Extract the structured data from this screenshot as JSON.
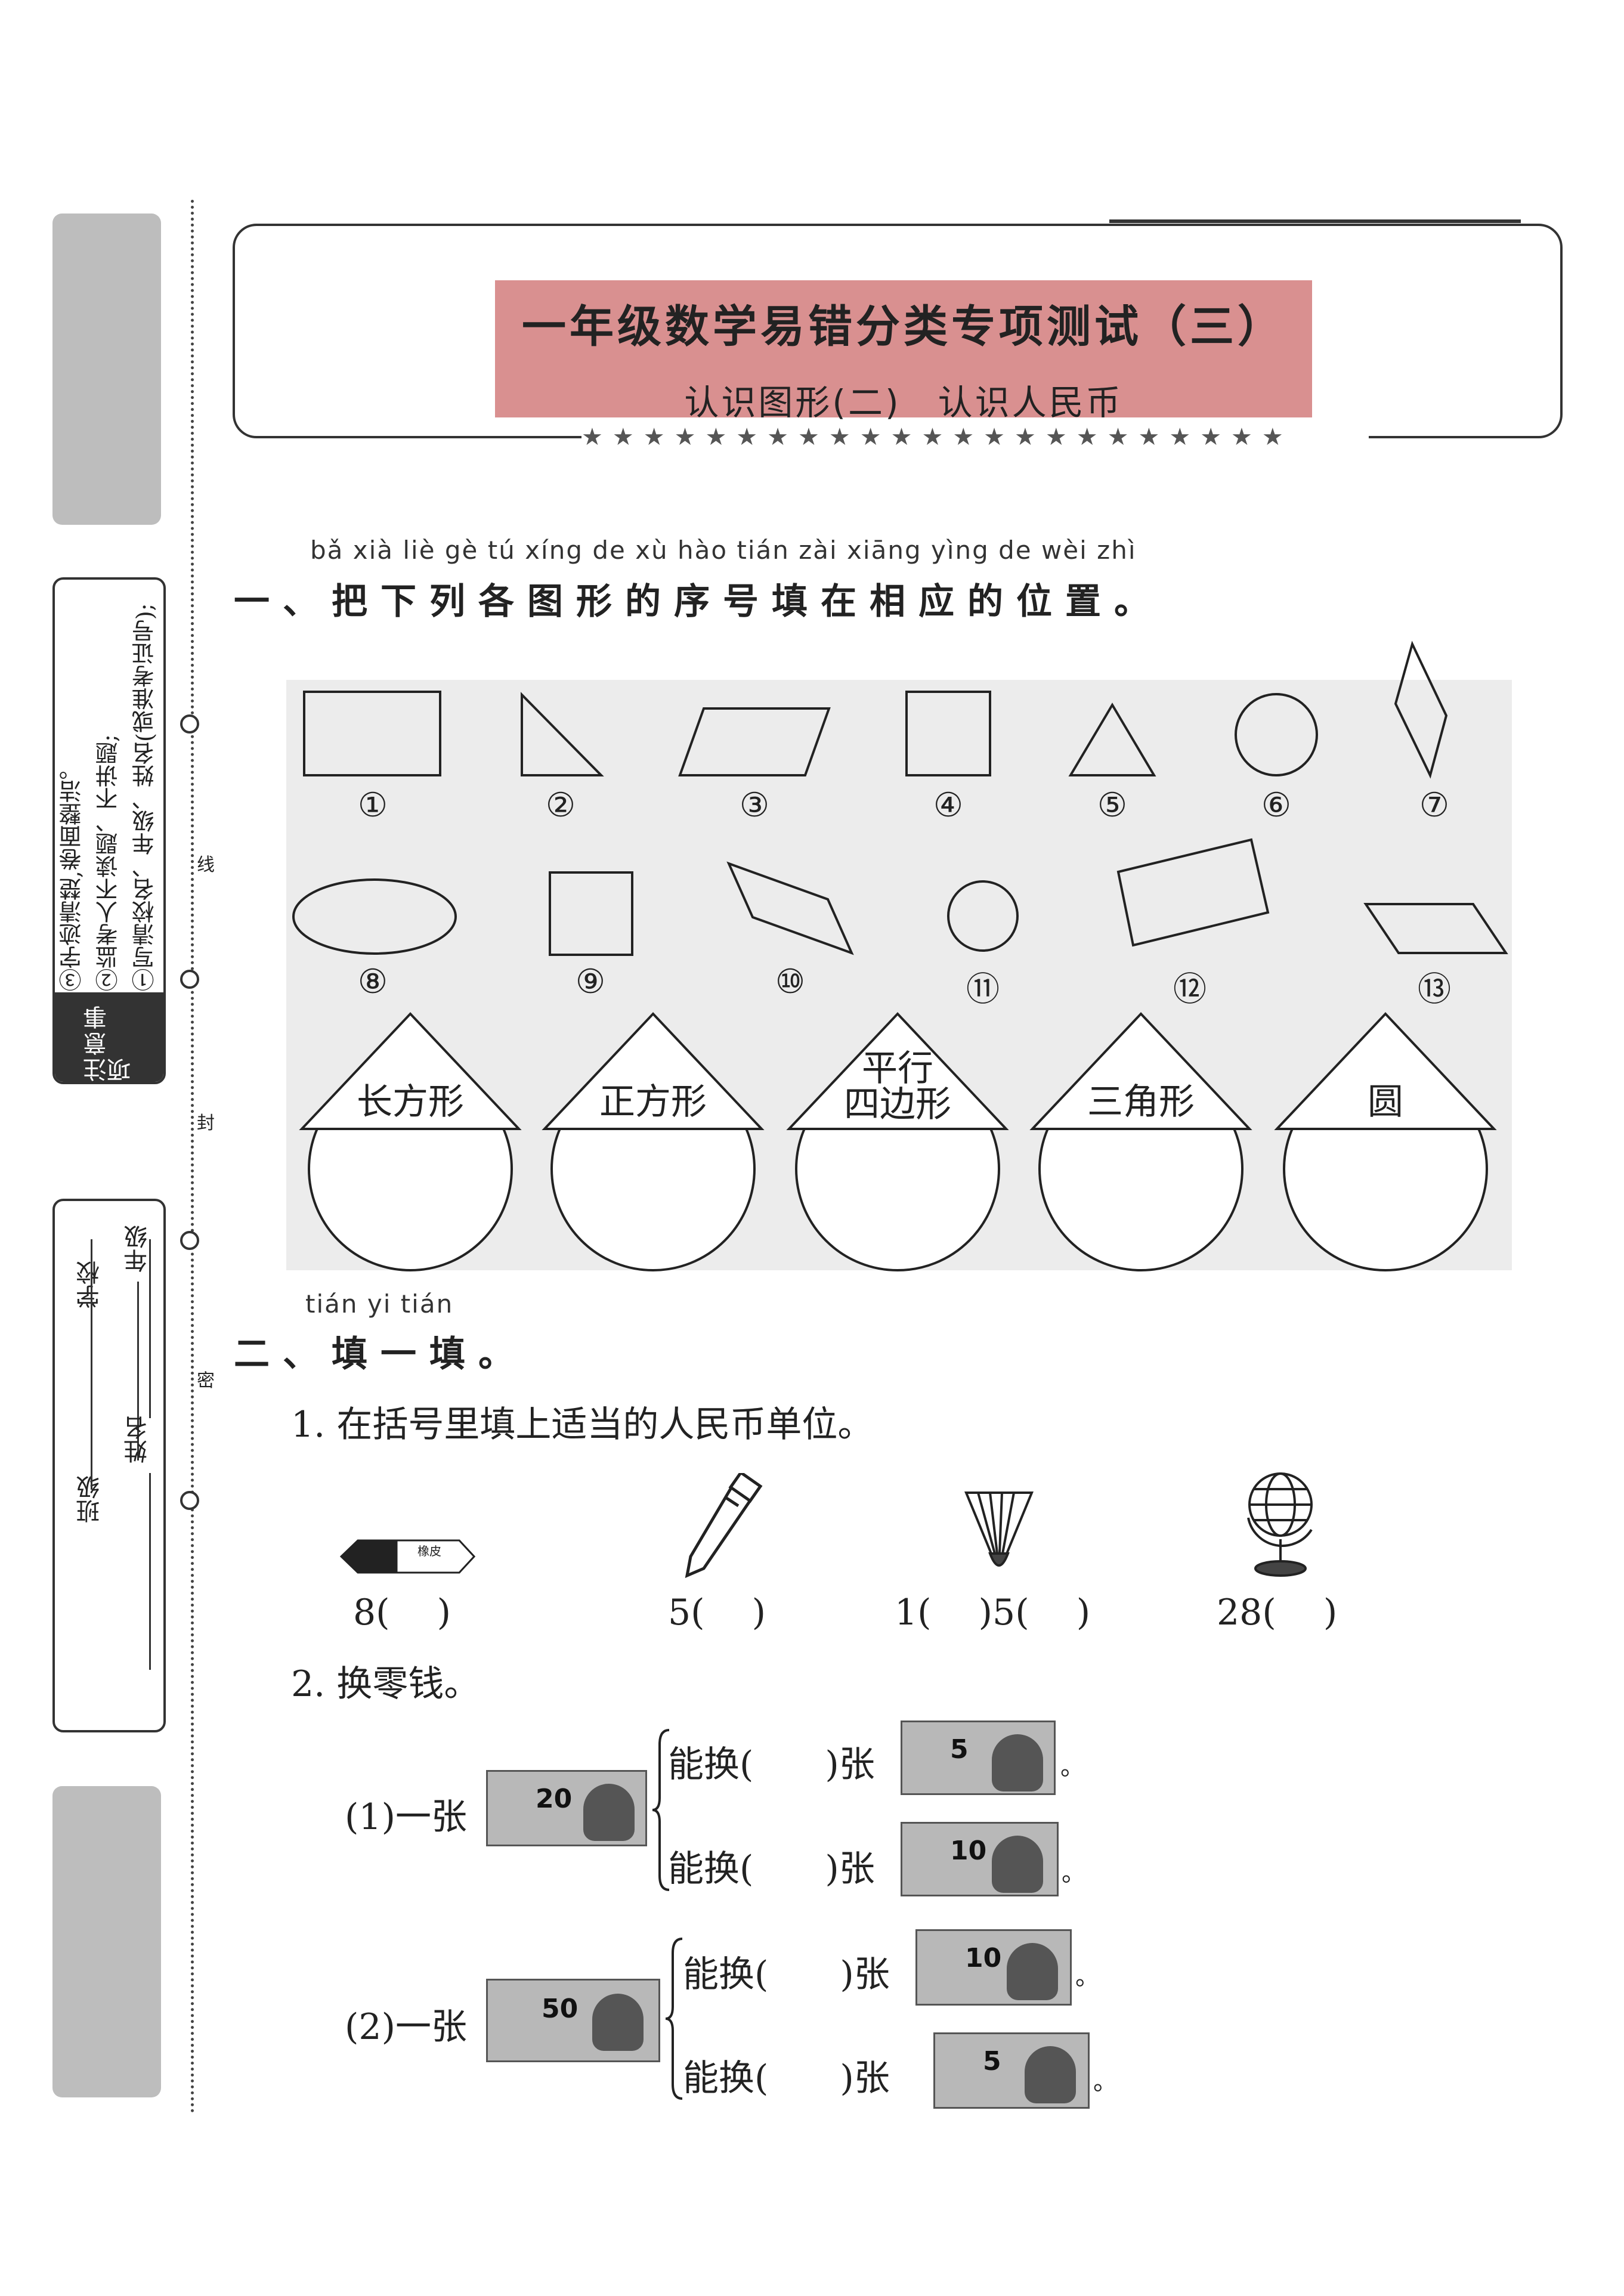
{
  "margin": {
    "notes_header": "注意事项",
    "notes": [
      "①写清校名、年级、姓名(或准考证号);",
      "②监考人不读题、不讲题;",
      "③字迹清楚,卷面整洁。"
    ],
    "cut_labels": [
      "线",
      "封",
      "密"
    ],
    "info_fields": [
      "学校",
      "年级",
      "班级",
      "姓名"
    ]
  },
  "header": {
    "title": "一年级数学易错分类专项测试（三）",
    "subtitle": "认识图形(二)　认识人民币",
    "stars": "★★★★★★★★★★★★★★★★★★★★★★★"
  },
  "q1": {
    "pinyin": "bǎ  xià  liè  gè  tú  xíng  de  xù  hào tián  zài  xiāng yìng  de  wèi  zhì",
    "heading": "一、把下列各图形的序号填在相应的位置。",
    "numbers": [
      "①",
      "②",
      "③",
      "④",
      "⑤",
      "⑥",
      "⑦",
      "⑧",
      "⑨",
      "⑩",
      "⑪",
      "⑫",
      "⑬"
    ],
    "categories": [
      "长方形",
      "正方形",
      "平行\n四边形",
      "三角形",
      "圆"
    ]
  },
  "q2": {
    "pinyin": "tián  yi  tián",
    "heading": "二、填一填。",
    "item1": "1. 在括号里填上适当的人民币单位。",
    "prices": [
      "8(　 )",
      "5(　 )",
      "1(　 )5(　 )",
      "28(　 )"
    ],
    "eraser_label": "橡皮",
    "item2": "2. 换零钱。",
    "sub1": "(1)一张",
    "sub2": "(2)一张",
    "exchange": "能换(　　)张",
    "period": "。",
    "bill_values": [
      "20",
      "5",
      "10",
      "50",
      "10",
      "5"
    ]
  }
}
